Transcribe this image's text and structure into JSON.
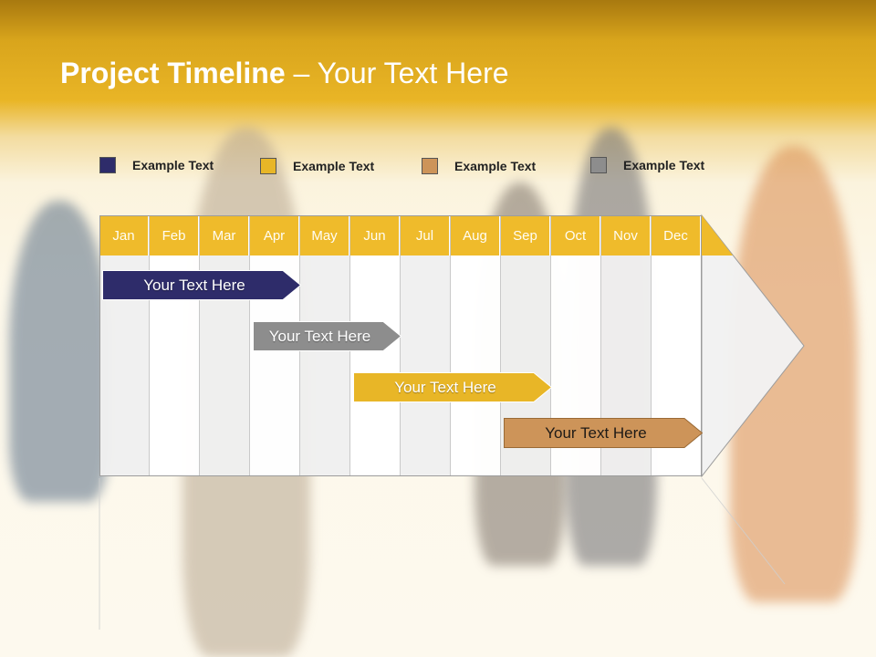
{
  "title": {
    "bold": "Project Timeline",
    "rest": " – Your Text Here"
  },
  "legend": [
    {
      "label": "Example Text",
      "color": "#2e2c6a"
    },
    {
      "label": "Example Text",
      "color": "#e8b627"
    },
    {
      "label": "Example Text",
      "color": "#cd9459"
    },
    {
      "label": "Example Text",
      "color": "#8d8d8d"
    }
  ],
  "months": [
    "Jan",
    "Feb",
    "Mar",
    "Apr",
    "May",
    "Jun",
    "Jul",
    "Aug",
    "Sep",
    "Oct",
    "Nov",
    "Dec"
  ],
  "tasks": [
    {
      "label": "Your  Text Here",
      "color": "#2e2c6a",
      "start_month": "Jan",
      "end_month": "Apr"
    },
    {
      "label": "Your  Text Here",
      "color": "#8d8d8d",
      "start_month": "Apr",
      "end_month": "Jun"
    },
    {
      "label": "Your  Text Here",
      "color": "#e8b627",
      "start_month": "Jun",
      "end_month": "Sep"
    },
    {
      "label": "Your  Text Here",
      "color": "#cd9459",
      "start_month": "Sep",
      "end_month": "Dec"
    }
  ]
}
